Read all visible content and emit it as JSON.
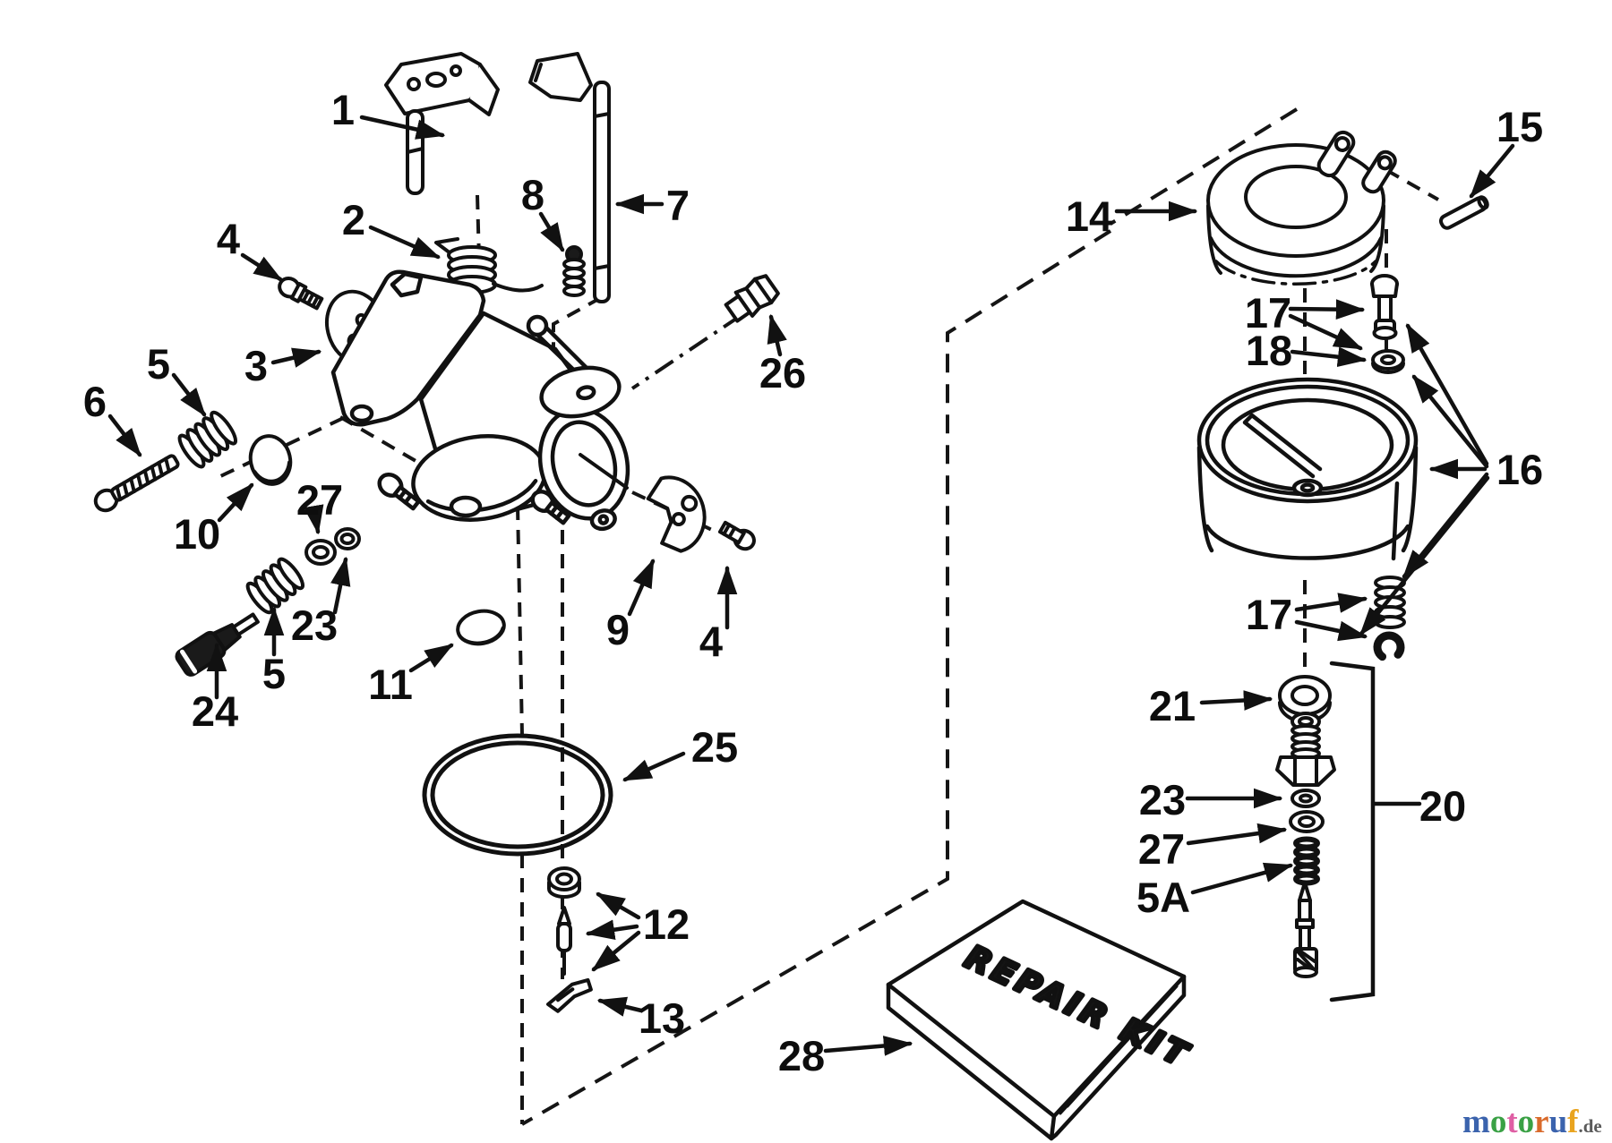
{
  "image": {
    "kind": "exploded-parts-diagram",
    "subject": "carburetor assembly with float bowl and repair kit",
    "background_color": "#ffffff",
    "line_color": "#111111"
  },
  "callouts": [
    {
      "id": "part-1",
      "label": "1"
    },
    {
      "id": "part-2",
      "label": "2"
    },
    {
      "id": "part-4-top",
      "label": "4"
    },
    {
      "id": "part-3",
      "label": "3"
    },
    {
      "id": "part-5-upper",
      "label": "5"
    },
    {
      "id": "part-6",
      "label": "6"
    },
    {
      "id": "part-8",
      "label": "8"
    },
    {
      "id": "part-7",
      "label": "7"
    },
    {
      "id": "part-26",
      "label": "26"
    },
    {
      "id": "part-10",
      "label": "10"
    },
    {
      "id": "part-27-left",
      "label": "27"
    },
    {
      "id": "part-23-left",
      "label": "23"
    },
    {
      "id": "part-5-lower",
      "label": "5"
    },
    {
      "id": "part-24",
      "label": "24"
    },
    {
      "id": "part-11",
      "label": "11"
    },
    {
      "id": "part-9",
      "label": "9"
    },
    {
      "id": "part-4-right",
      "label": "4"
    },
    {
      "id": "part-25",
      "label": "25"
    },
    {
      "id": "part-12",
      "label": "12"
    },
    {
      "id": "part-13",
      "label": "13"
    },
    {
      "id": "part-14",
      "label": "14"
    },
    {
      "id": "part-15",
      "label": "15"
    },
    {
      "id": "part-17-upper",
      "label": "17"
    },
    {
      "id": "part-18",
      "label": "18"
    },
    {
      "id": "part-16",
      "label": "16"
    },
    {
      "id": "part-17-lower",
      "label": "17"
    },
    {
      "id": "part-21",
      "label": "21"
    },
    {
      "id": "part-23-right",
      "label": "23"
    },
    {
      "id": "part-27-right",
      "label": "27"
    },
    {
      "id": "part-5A",
      "label": "5A"
    },
    {
      "id": "part-20",
      "label": "20"
    },
    {
      "id": "part-28",
      "label": "28"
    }
  ],
  "repair_kit": {
    "label": "REPAIR KIT"
  },
  "watermark": {
    "letters": [
      {
        "ch": "m",
        "color": "#3b63ad"
      },
      {
        "ch": "o",
        "color": "#3aa145"
      },
      {
        "ch": "t",
        "color": "#df5fa4"
      },
      {
        "ch": "o",
        "color": "#3aa145"
      },
      {
        "ch": "r",
        "color": "#d96a2b"
      },
      {
        "ch": "u",
        "color": "#3b63ad"
      },
      {
        "ch": "f",
        "color": "#e9a41f"
      }
    ],
    "suffix": ".de",
    "suffix_color": "#5a5a5a"
  }
}
